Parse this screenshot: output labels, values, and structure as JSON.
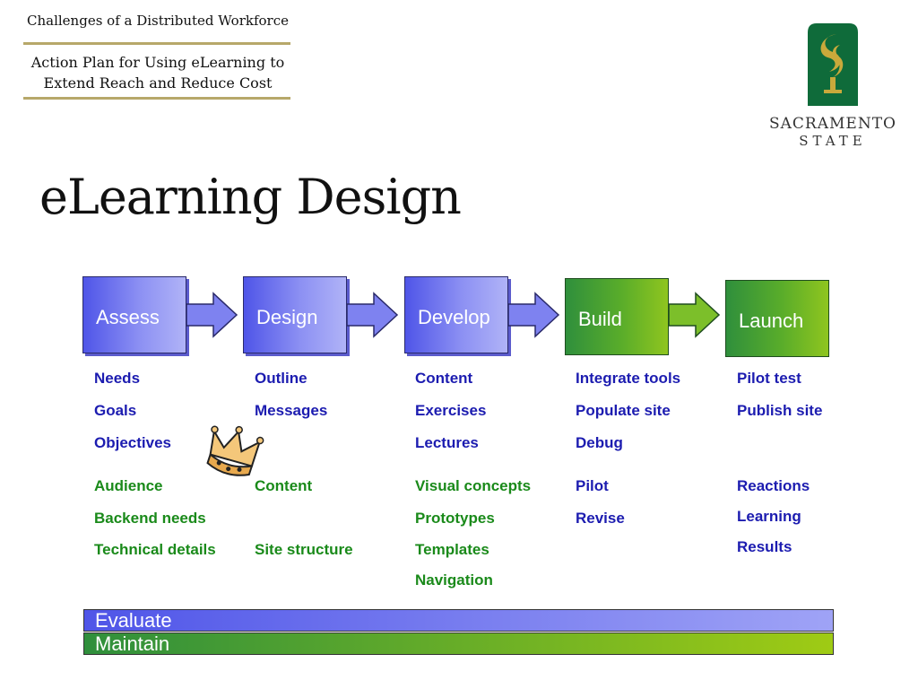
{
  "header": {
    "series_title": "Challenges of a Distributed Workforce",
    "subtitle_line1": "Action Plan for Using eLearning to",
    "subtitle_line2": "Extend Reach and Reduce Cost"
  },
  "logo": {
    "line1": "SACRAMENTO",
    "line2": "STATE",
    "color": "#0f6b3a"
  },
  "slide_title": "eLearning Design",
  "stages": [
    {
      "label": "Assess",
      "color": "blue",
      "items_top": [
        "Needs",
        "Goals",
        "Objectives"
      ],
      "items_bottom": [
        "Audience",
        "Backend needs",
        "Technical details"
      ]
    },
    {
      "label": "Design",
      "color": "blue",
      "items_top": [
        "Outline",
        "Messages"
      ],
      "items_bottom": [
        "Content",
        "Site structure"
      ]
    },
    {
      "label": "Develop",
      "color": "blue",
      "items_top": [
        "Content",
        "Exercises",
        "Lectures"
      ],
      "items_bottom": [
        "Visual concepts",
        "Prototypes",
        "Templates",
        "Navigation"
      ]
    },
    {
      "label": "Build",
      "color": "green",
      "items_top": [
        "Integrate tools",
        "Populate site",
        "Debug"
      ],
      "items_bottom": [
        "Pilot",
        "Revise"
      ]
    },
    {
      "label": "Launch",
      "color": "green",
      "items_top": [
        "Pilot test",
        "Publish site"
      ],
      "items_bottom": [
        "Reactions",
        "Learning",
        "Results"
      ]
    }
  ],
  "bars": {
    "evaluate": "Evaluate",
    "maintain": "Maintain"
  },
  "colors": {
    "stage_blue": "#5a60ea",
    "stage_green": "#4aa02c",
    "text_blue": "#1c1cb0",
    "text_green": "#1a8a1a",
    "rule": "#b7a86a"
  }
}
